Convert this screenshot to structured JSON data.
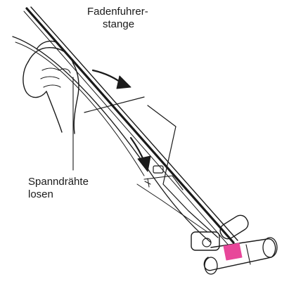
{
  "labels": {
    "rod": {
      "line1": "Fadenfuhrer-",
      "line2": "stange"
    },
    "wires": {
      "line1": "Spanndrähte",
      "line2": "losen"
    }
  },
  "colors": {
    "ink": "#1a1a1a",
    "highlight": "#e8479a"
  },
  "icons": [
    "hand-icon",
    "arrow-icon",
    "roller-icon"
  ]
}
